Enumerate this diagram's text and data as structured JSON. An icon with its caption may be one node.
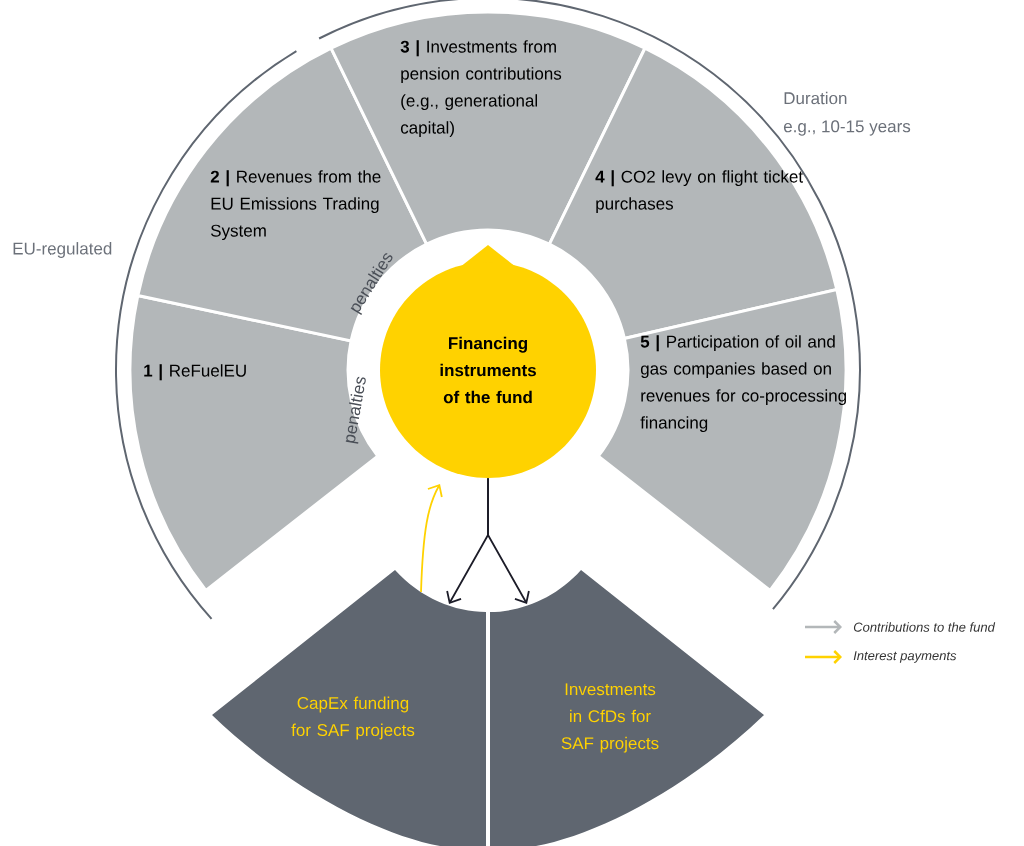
{
  "diagram": {
    "nodes": [
      {
        "text": [
          "**1 |** ReFuelEU",
          "penalties"
        ]
      },
      {
        "text": [
          "**2 |** Revenues from the EU Emissions Trading System",
          "penalties"
        ]
      },
      {
        "text": [
          "**3 |** Investments from pension contributions (e.g., generational capital)"
        ]
      },
      {
        "text": [
          "**4 |** CO2 levy on flight ticket purchases"
        ]
      },
      {
        "text": [
          "**5 |** Participation of oil and gas companies based on revenues for co-processing financing"
        ]
      },
      {
        "text": [
          "Financing instruments of the fund"
        ]
      },
      {
        "text": [
          "CapEx funding for SAF projects"
        ]
      },
      {
        "text": [
          "Investments in CfDs for SAF projects"
        ]
      }
    ],
    "edges": [
      {
        "from": 5,
        "to": 6,
        "arrow": "to"
      },
      {
        "from": 5,
        "to": 7,
        "arrow": "to"
      },
      {
        "from": 6,
        "to": 5,
        "arrow": "to",
        "color": "#ffd200"
      }
    ],
    "labels": [
      "EU-regulated",
      "Duration",
      "e.g., 10-15 years"
    ],
    "legend": [
      {
        "text": "Contributions to the fund"
      },
      {
        "text": "Interest payments"
      }
    ]
  }
}
